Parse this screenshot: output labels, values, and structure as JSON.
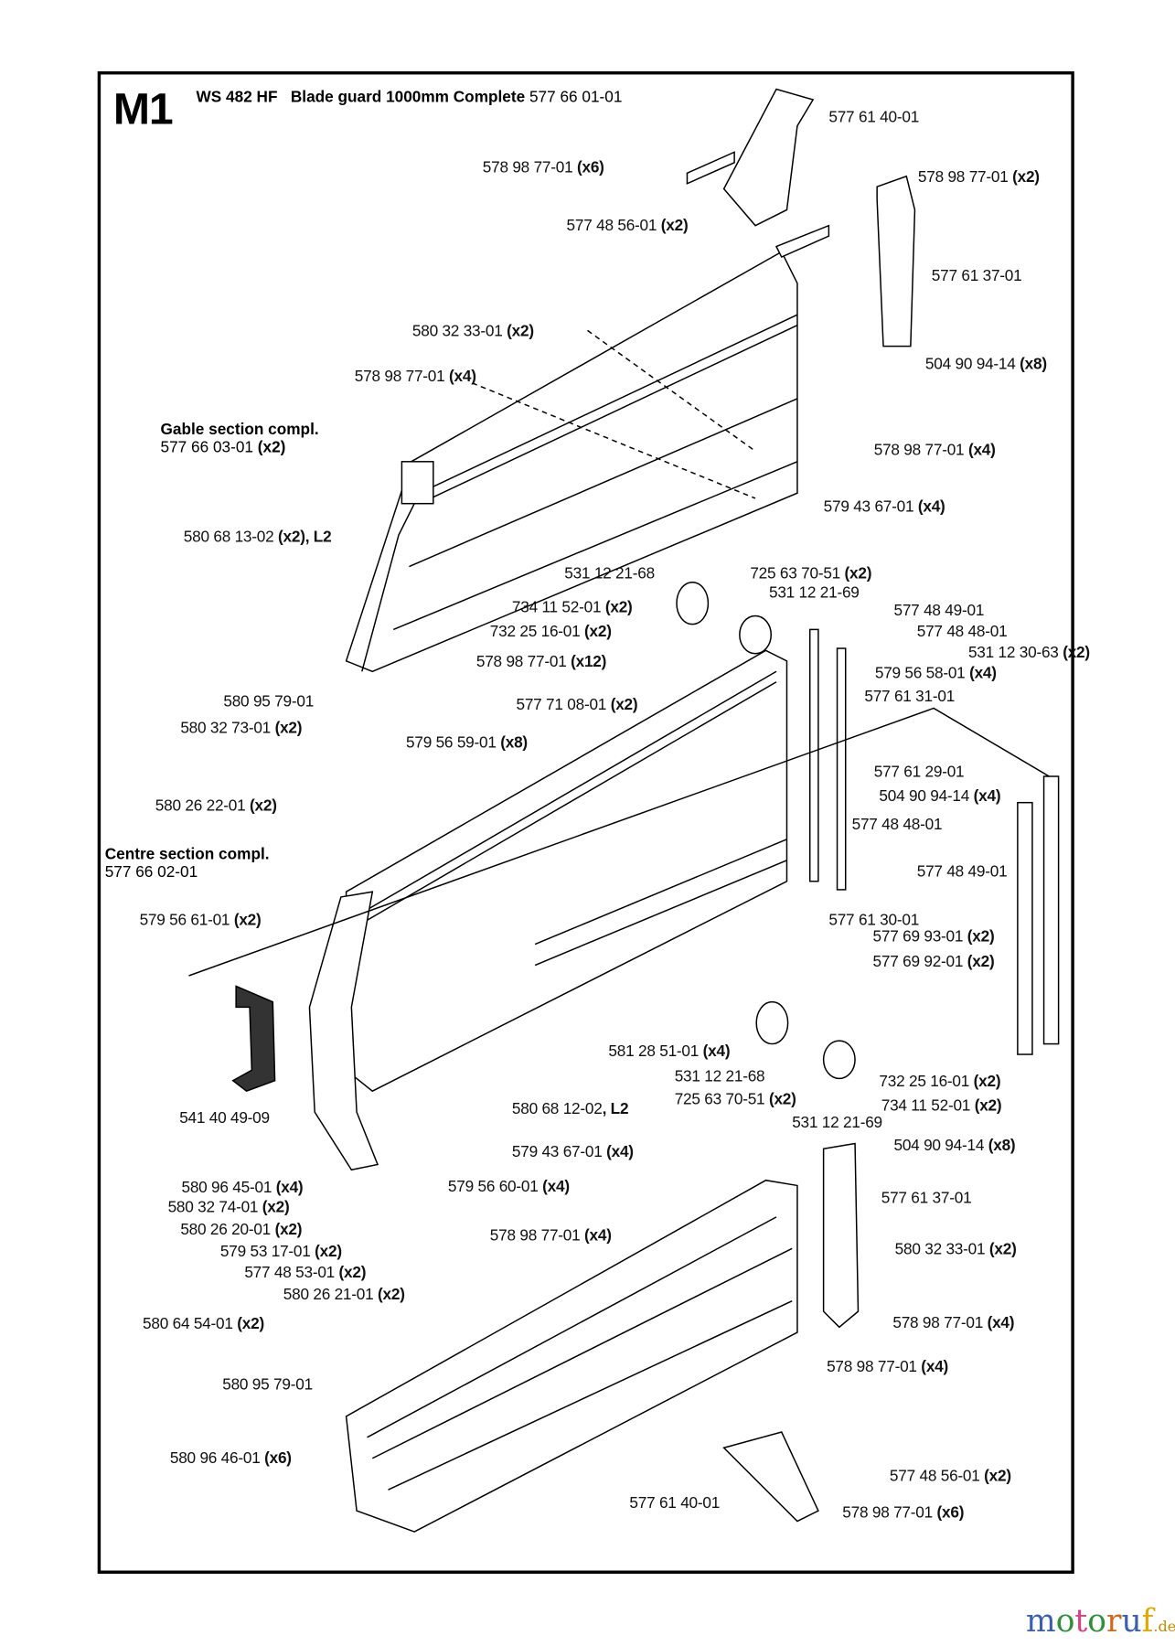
{
  "header": {
    "section_code": "M1",
    "model": "WS 482 HF",
    "title": "Blade guard 1000mm Complete",
    "part_number": "577 66 01-01"
  },
  "groups": {
    "gable": {
      "heading": "Gable section compl.",
      "num": "577 66 03-01",
      "qty": "(x2)"
    },
    "centre": {
      "heading": "Centre section compl.",
      "num": "577 66 02-01",
      "qty": ""
    }
  },
  "labels": [
    {
      "num": "578 98 77-01",
      "qty": "(x6)"
    },
    {
      "num": "577 48 56-01",
      "qty": "(x2)"
    },
    {
      "num": "577 61 40-01",
      "qty": ""
    },
    {
      "num": "578 98 77-01",
      "qty": "(x2)"
    },
    {
      "num": "577 61 37-01",
      "qty": ""
    },
    {
      "num": "580 32 33-01",
      "qty": "(x2)"
    },
    {
      "num": "504 90 94-14",
      "qty": "(x8)"
    },
    {
      "num": "578 98 77-01",
      "qty": "(x4)"
    },
    {
      "num": "578 98 77-01",
      "qty": "(x4)"
    },
    {
      "num": "579 43 67-01",
      "qty": "(x4)"
    },
    {
      "num": "580 68 13-02",
      "qty": "(x2)",
      "suffix": ", L2"
    },
    {
      "num": "531 12 21-68",
      "qty": ""
    },
    {
      "num": "725 63 70-51",
      "qty": "(x2)"
    },
    {
      "num": "531 12 21-69",
      "qty": ""
    },
    {
      "num": "734 11 52-01",
      "qty": "(x2)"
    },
    {
      "num": "577 48 49-01",
      "qty": ""
    },
    {
      "num": "732 25 16-01",
      "qty": "(x2)"
    },
    {
      "num": "577 48 48-01",
      "qty": ""
    },
    {
      "num": "531 12 30-63",
      "qty": "(x2)"
    },
    {
      "num": "578 98 77-01",
      "qty": "(x12)"
    },
    {
      "num": "579 56 58-01",
      "qty": "(x4)"
    },
    {
      "num": "577 61 31-01",
      "qty": ""
    },
    {
      "num": "580 95 79-01",
      "qty": ""
    },
    {
      "num": "577 71 08-01",
      "qty": "(x2)"
    },
    {
      "num": "580 32 73-01",
      "qty": "(x2)"
    },
    {
      "num": "579 56 59-01",
      "qty": "(x8)"
    },
    {
      "num": "577 61 29-01",
      "qty": ""
    },
    {
      "num": "504 90 94-14",
      "qty": "(x4)"
    },
    {
      "num": "580 26 22-01",
      "qty": "(x2)"
    },
    {
      "num": "577 48 48-01",
      "qty": ""
    },
    {
      "num": "577 48 49-01",
      "qty": ""
    },
    {
      "num": "579 56 61-01",
      "qty": "(x2)"
    },
    {
      "num": "577 61 30-01",
      "qty": ""
    },
    {
      "num": "577 69 93-01",
      "qty": "(x2)"
    },
    {
      "num": "577 69 92-01",
      "qty": "(x2)"
    },
    {
      "num": "581 28 51-01",
      "qty": "(x4)"
    },
    {
      "num": "531 12 21-68",
      "qty": ""
    },
    {
      "num": "732 25 16-01",
      "qty": "(x2)"
    },
    {
      "num": "725 63 70-51",
      "qty": "(x2)"
    },
    {
      "num": "580 68 12-02",
      "qty": "",
      "suffix": ", L2"
    },
    {
      "num": "734 11 52-01",
      "qty": "(x2)"
    },
    {
      "num": "541 40 49-09",
      "qty": ""
    },
    {
      "num": "531 12 21-69",
      "qty": ""
    },
    {
      "num": "579 43 67-01",
      "qty": "(x4)"
    },
    {
      "num": "504 90 94-14",
      "qty": "(x8)"
    },
    {
      "num": "580 96 45-01",
      "qty": "(x4)"
    },
    {
      "num": "579 56 60-01",
      "qty": "(x4)"
    },
    {
      "num": "577 61 37-01",
      "qty": ""
    },
    {
      "num": "580 32 74-01",
      "qty": "(x2)"
    },
    {
      "num": "580 26 20-01",
      "qty": "(x2)"
    },
    {
      "num": "579 53 17-01",
      "qty": "(x2)"
    },
    {
      "num": "578 98 77-01",
      "qty": "(x4)"
    },
    {
      "num": "580 32 33-01",
      "qty": "(x2)"
    },
    {
      "num": "577 48 53-01",
      "qty": "(x2)"
    },
    {
      "num": "580 26 21-01",
      "qty": "(x2)"
    },
    {
      "num": "578 98 77-01",
      "qty": "(x4)"
    },
    {
      "num": "580 64 54-01",
      "qty": "(x2)"
    },
    {
      "num": "578 98 77-01",
      "qty": "(x4)"
    },
    {
      "num": "580 95 79-01",
      "qty": ""
    },
    {
      "num": "580 96 46-01",
      "qty": "(x6)"
    },
    {
      "num": "577 48 56-01",
      "qty": "(x2)"
    },
    {
      "num": "577 61 40-01",
      "qty": ""
    },
    {
      "num": "578 98 77-01",
      "qty": "(x6)"
    }
  ],
  "watermark": {
    "brand": "motoruf",
    "tld": ".de",
    "colors": [
      "#3b5fb0",
      "#2f8f3a",
      "#d8407f",
      "#2f8f3a",
      "#d06a1a",
      "#3b5fb0",
      "#e0a800"
    ]
  }
}
